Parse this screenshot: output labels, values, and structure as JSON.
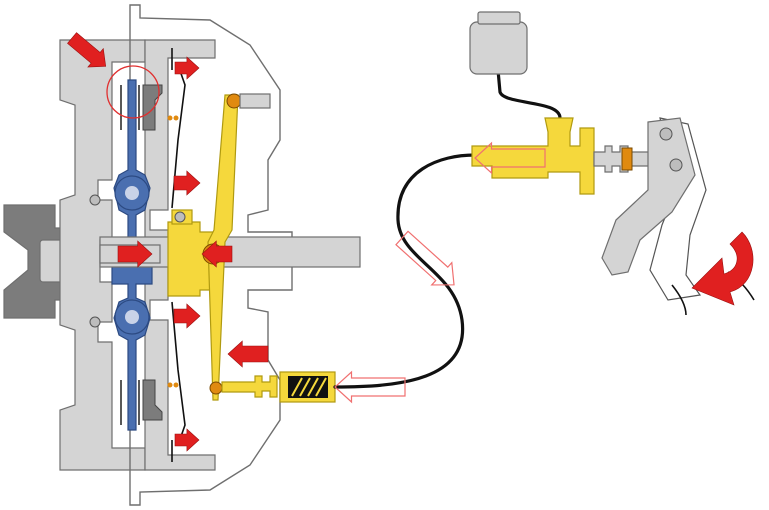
{
  "diagram": {
    "kind": "hydraulic clutch release system cutaway",
    "text_labels": [],
    "colors": {
      "housing": "#d4d4d4",
      "housing_stroke": "#6f6f6f",
      "dark_part": "#7c7c7c",
      "clutch_disc": "#4a6fb0",
      "hydraulic_parts": "#f5d83c",
      "hydraulic_stroke": "#b09a10",
      "force_arrow": "#e02020",
      "flow_arrow_outline": "#f07070",
      "hydraulic_line": "#111111",
      "pivot": "#e08a10",
      "highlight_circle": "#e03030"
    },
    "components": [
      "gearbox-housing",
      "flywheel",
      "clutch-disc",
      "pressure-plate",
      "diaphragm-spring",
      "release-fork",
      "release-bearing",
      "input-shaft",
      "slave-cylinder",
      "hydraulic-line",
      "master-cylinder",
      "fluid-reservoir",
      "clutch-pedal"
    ],
    "force_arrows": [
      "flywheel-contact-arrow",
      "pressure-plate-top-arrow",
      "pressure-plate-bottom-arrow",
      "spring-arrow-mid-upper",
      "spring-arrow-mid-lower",
      "bearing-arrow",
      "shaft-arrow",
      "fork-arrow",
      "pedal-press-arrow"
    ],
    "flow_arrows": [
      "master-cylinder-flow-arrow",
      "line-flow-arrow",
      "slave-flow-arrow"
    ]
  }
}
